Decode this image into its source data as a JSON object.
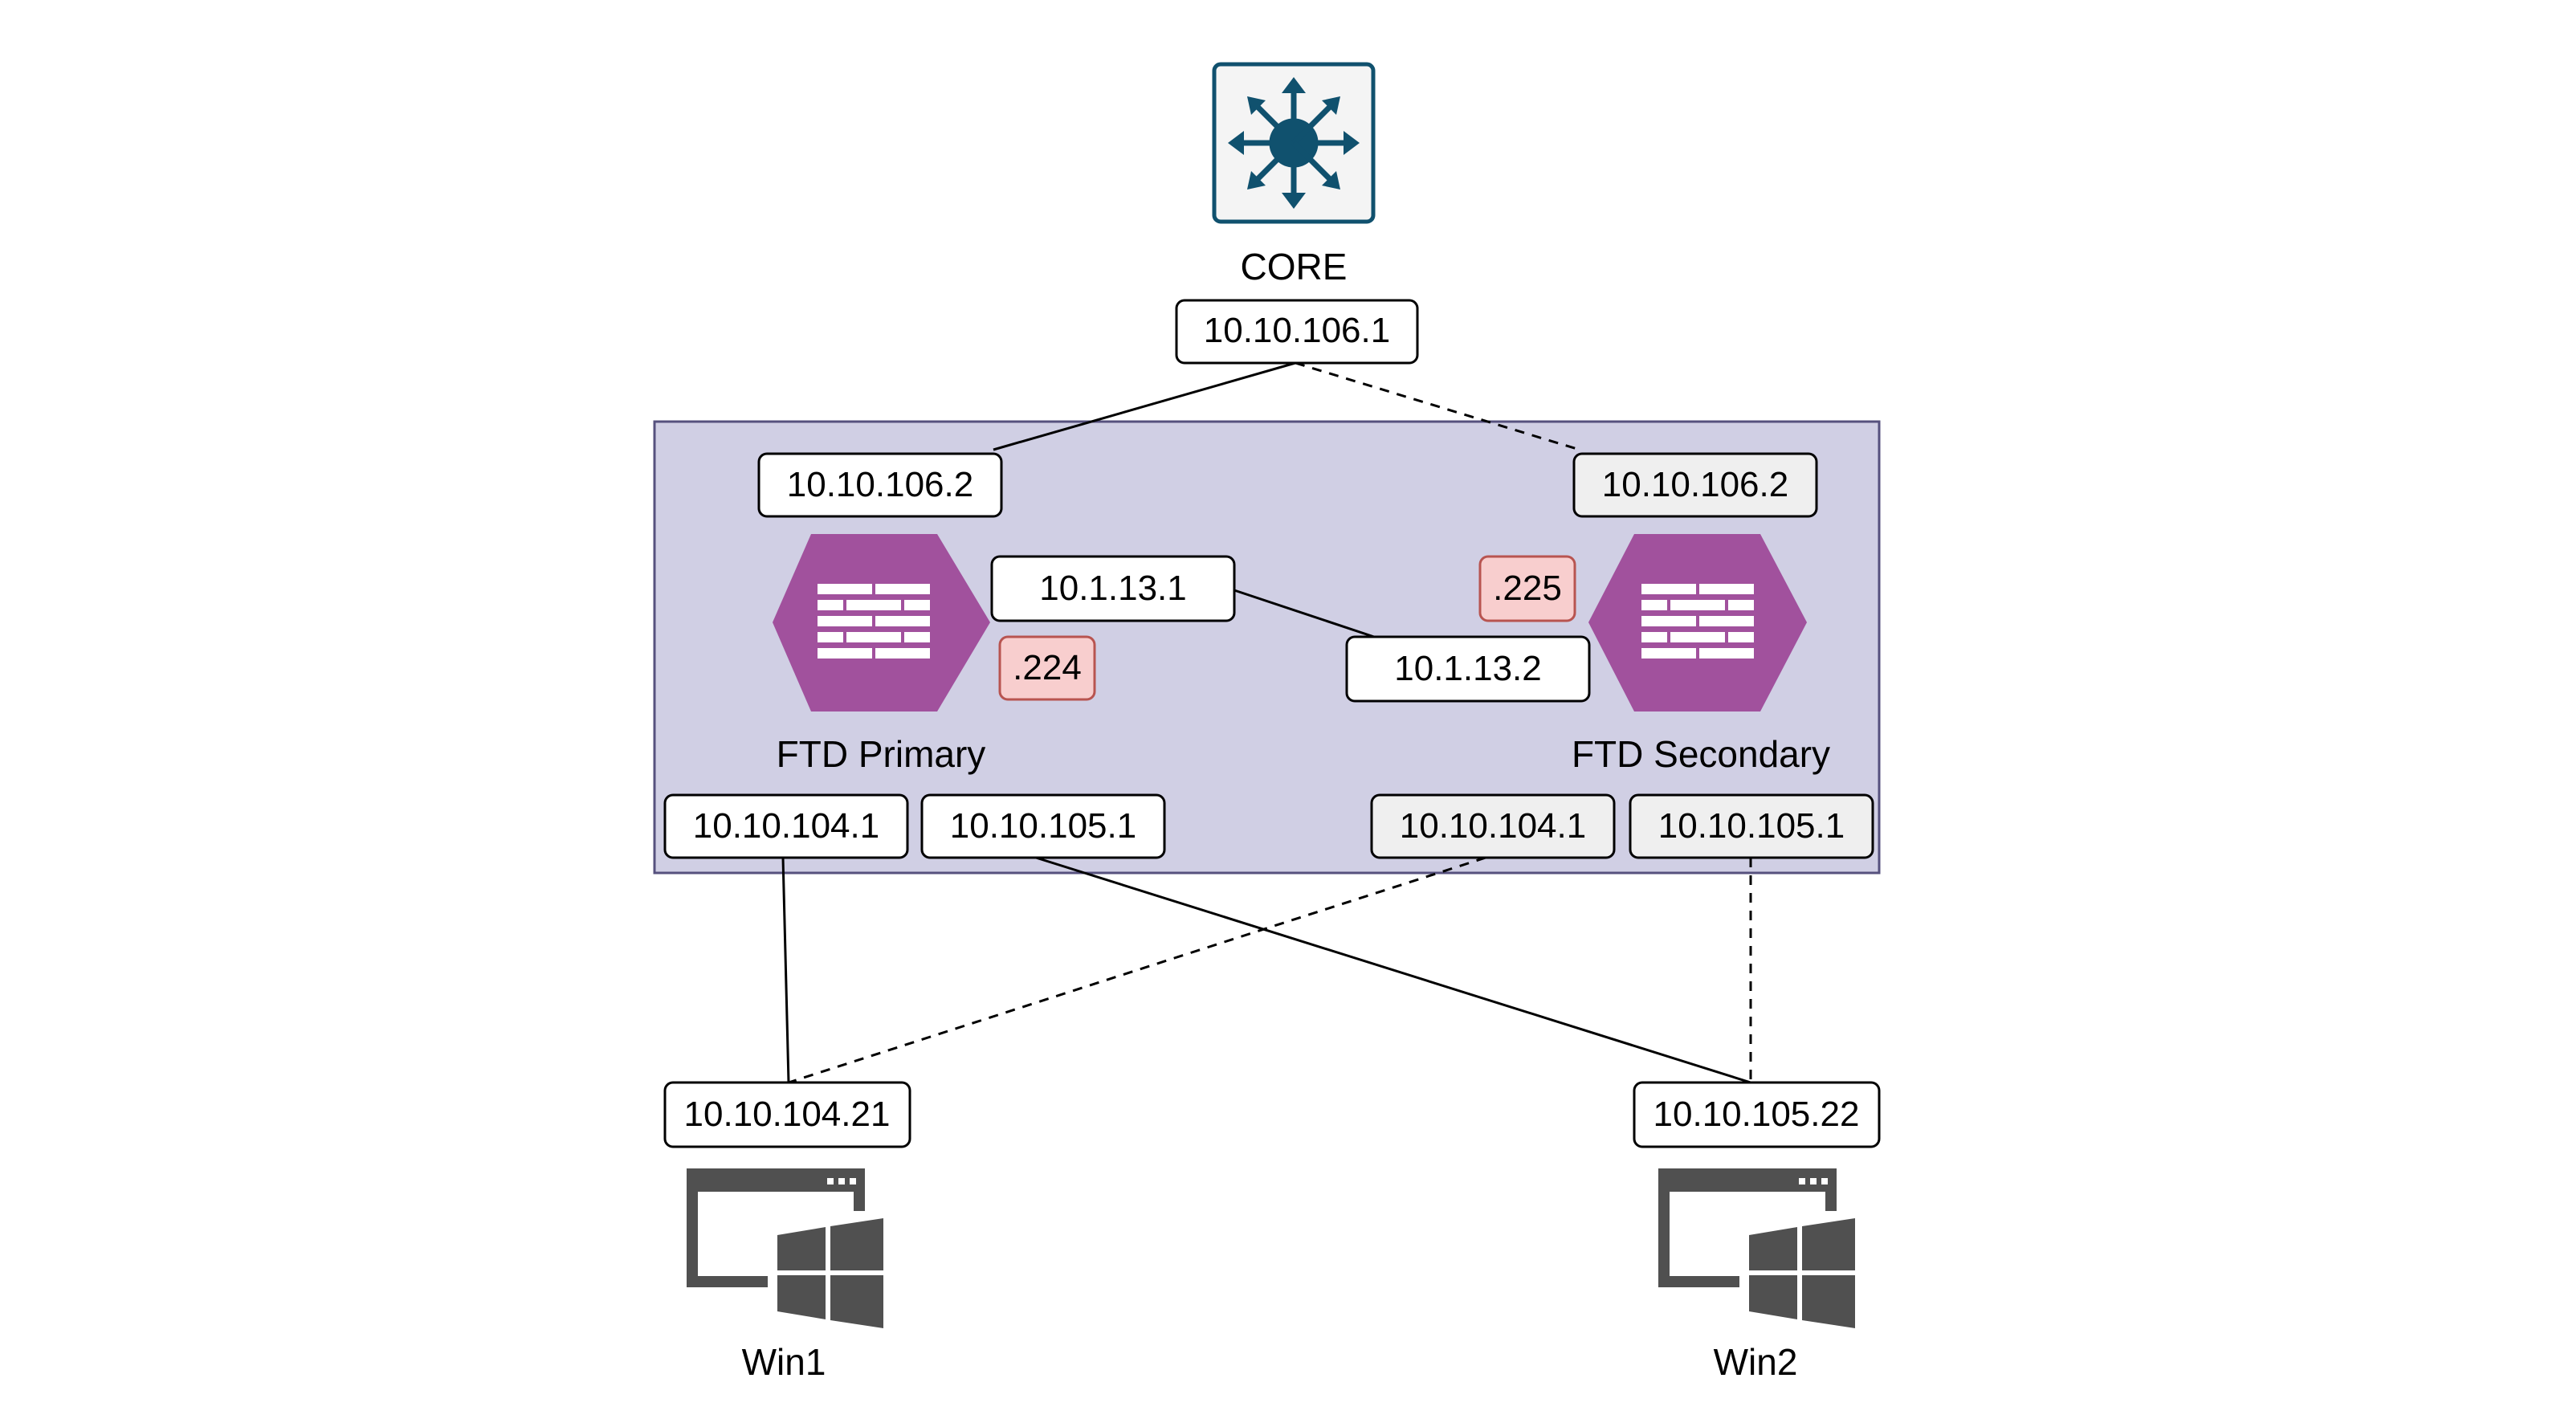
{
  "colors": {
    "cluster_fill": "#d0cfe4",
    "cluster_stroke": "#56517e",
    "firewall": "#a1519d",
    "switch_border": "#10516e",
    "switch_icon": "#10516e",
    "pc_icon": "#505050",
    "box_white": "#ffffff",
    "box_standby": "#efefef",
    "badge_fill": "#f8cece",
    "badge_stroke": "#b85450"
  },
  "core": {
    "label": "CORE",
    "ip": "10.10.106.1",
    "icon": "layer3-switch-icon"
  },
  "primary": {
    "label": "FTD Primary",
    "icon": "firewall-icon",
    "outside_ip": "10.10.106.2",
    "failover_ip": "10.1.13.1",
    "mgmt_badge": ".224",
    "inside1_ip": "10.10.104.1",
    "inside2_ip": "10.10.105.1"
  },
  "secondary": {
    "label": "FTD Secondary",
    "icon": "firewall-icon",
    "outside_ip": "10.10.106.2",
    "failover_ip": "10.1.13.2",
    "mgmt_badge": ".225",
    "inside1_ip": "10.10.104.1",
    "inside2_ip": "10.10.105.1"
  },
  "hosts": [
    {
      "label": "Win1",
      "ip": "10.10.104.21",
      "icon": "windows-pc-icon"
    },
    {
      "label": "Win2",
      "ip": "10.10.105.22",
      "icon": "windows-pc-icon"
    }
  ],
  "links": [
    {
      "from": "core",
      "to": "primary-outside",
      "style": "solid"
    },
    {
      "from": "core",
      "to": "secondary-outside",
      "style": "dashed"
    },
    {
      "from": "primary-failover",
      "to": "secondary-failover",
      "style": "solid"
    },
    {
      "from": "primary-inside1",
      "to": "win1",
      "style": "solid"
    },
    {
      "from": "primary-inside2",
      "to": "win2",
      "style": "solid"
    },
    {
      "from": "secondary-inside1",
      "to": "win1",
      "style": "dashed"
    },
    {
      "from": "secondary-inside2",
      "to": "win2",
      "style": "dashed"
    }
  ]
}
